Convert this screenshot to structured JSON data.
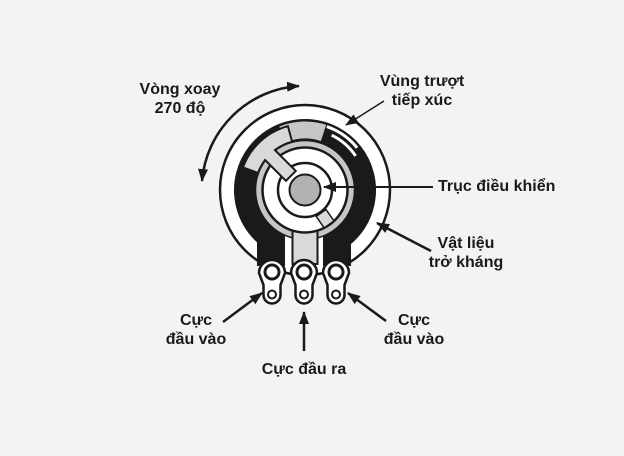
{
  "title": "Potentiometer construction diagram",
  "colors": {
    "background": "#f4f2f2",
    "ink": "#1a1a1a",
    "ring_gray": "#c6c6c6",
    "wiper_gray": "#d9d9d9",
    "shaft_gray": "#b2b2b2",
    "white": "#ffffff"
  },
  "labels": {
    "rotation": {
      "line1": "Vòng xoay",
      "line2": "270 độ"
    },
    "wiper_contact": {
      "line1": "Vùng trượt",
      "line2": "tiếp xúc"
    },
    "shaft": {
      "text": "Trục điều khiển"
    },
    "resistive_material": {
      "line1": "Vật liệu",
      "line2": "trở kháng"
    },
    "input_terminal_left": {
      "line1": "Cực",
      "line2": "đầu vào"
    },
    "output_terminal": {
      "text": "Cực đầu ra"
    },
    "input_terminal_right": {
      "line1": "Cực",
      "line2": "đầu vào"
    }
  }
}
